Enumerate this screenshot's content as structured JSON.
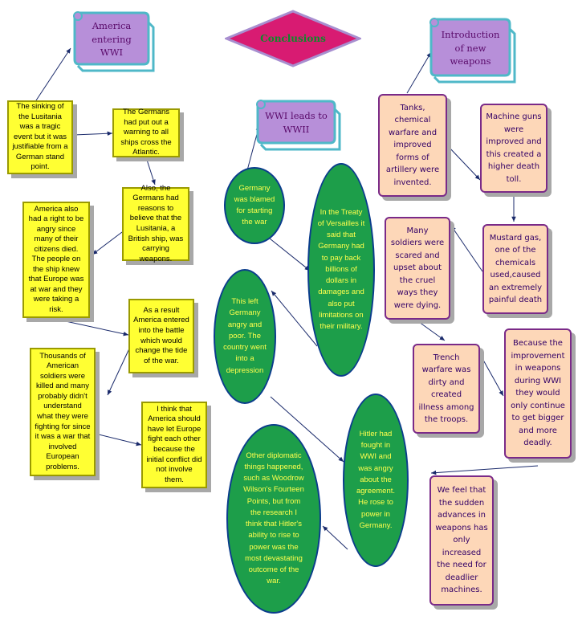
{
  "colors": {
    "yellow_box": "#ffff33",
    "peach_box": "#fdd7b8",
    "green_ellipse": "#1d9e4a",
    "banner_fill": "#b78fd9",
    "banner_outline": "#4fb8c8",
    "diamond_fill": "#d81b72",
    "diamond_outline": "#a88fd0",
    "connector": "#1a2a6b"
  },
  "title": "Conclusions",
  "banners": {
    "america": "America entering WWI",
    "wwi_ww2": "WWI leads to WWII",
    "weapons": "Introduction of new weapons"
  },
  "yellow": {
    "lusitania": "The sinking of the Lusitania was a tragic event but it was justifiable from a German stand point.",
    "warning": "The Germans had put out a warning to all ships cross the Atlantic.",
    "reasons": "Also, the Germans had reasons to believe that the Lusitania, a British ship, was carrying weapons.",
    "angry": "America also had a right to be angry since  many of their citizens died. The people on the ship knew that Europe was at war and they were taking a risk.",
    "entered": "As a result America entered into the battle which would change the tide of the war.",
    "soldiers": "Thousands of American soldiers were killed and many probably didn't understand what they were fighting for since it was a war that involved European problems.",
    "opinion": "I think that America should have let Europe fight each other because the initial conflict did not involve them."
  },
  "green": {
    "blamed": "Germany was blamed for starting the war",
    "treaty": "In the Treaty of Versailles it said that Germany had to pay back billions of dollars in damages and also put limitations on their military.",
    "depression": "This left Germany angry and poor. The country went into a depression",
    "hitler": "Hitler had fought in WWI and was angry about the agreement. He rose to power in Germany.",
    "diplomatic": "Other diplomatic things happened, such as Woodrow Wilson's Fourteen Points, but from the research I think that Hitler's ability to rise to power was the most devastating outcome of the war."
  },
  "peach": {
    "tanks": "Tanks, chemical warfare and improved forms of artillery were invented.",
    "machine": "Machine guns were improved and this created a higher death toll.",
    "scared": "Many soldiers were scared and upset about the cruel ways they were dying.",
    "mustard": "Mustard gas, one of the chemicals used,caused an extremely painful death",
    "trench": "Trench warfare was dirty and created illness among the troops.",
    "improvement": "Because the improvement in weapons during WWI they would only continue to get bigger and more deadly.",
    "advances": "We feel that the sudden advances in weapons has only increased the need for deadlier machines."
  }
}
